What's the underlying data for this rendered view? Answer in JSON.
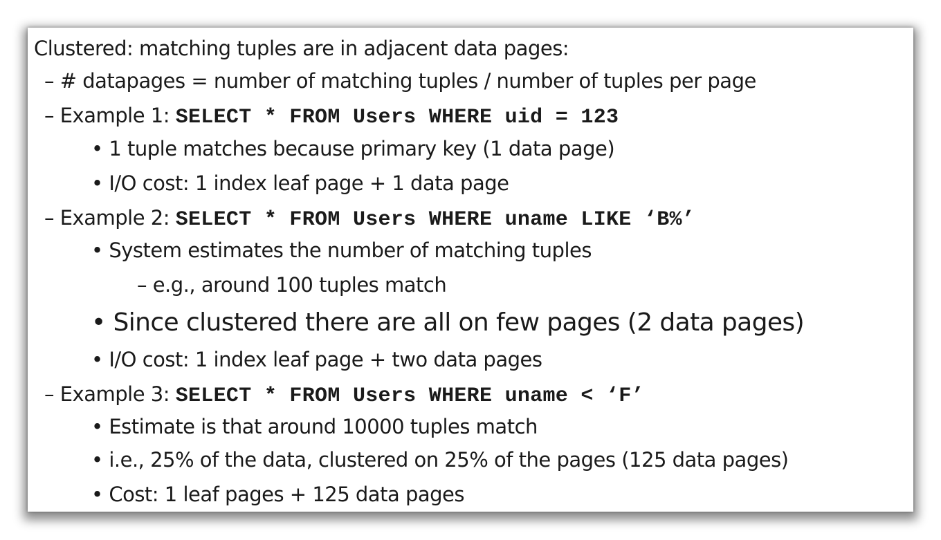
{
  "slide": {
    "heading": "Clustered: matching tuples are in adjacent data pages:",
    "dash": "–",
    "bullet": "•",
    "datapages": "# datapages = number of matching tuples / number of tuples per page",
    "example1": {
      "label": "Example 1: ",
      "query": "SELECT * FROM Users WHERE uid = 123",
      "points": [
        "1 tuple matches because primary key (1 data page)",
        "I/O cost: 1 index leaf page + 1 data page"
      ]
    },
    "example2": {
      "label": "Example 2: ",
      "query": "SELECT * FROM Users WHERE uname LIKE  ‘B%’",
      "points": [
        "System estimates the number of matching tuples",
        "Since clustered there are all on few pages (2 data pages)",
        "I/O cost: 1 index leaf page + two data pages"
      ],
      "sub_point": "e.g., around 100 tuples match"
    },
    "example3": {
      "label": "Example 3: ",
      "query": "SELECT * FROM Users WHERE uname <  ‘F’",
      "points": [
        "Estimate is that around 10000 tuples match",
        "i.e., 25% of the data, clustered on 25% of the pages  (125 data pages)",
        "Cost: 1 leaf pages + 125 data pages"
      ]
    }
  }
}
